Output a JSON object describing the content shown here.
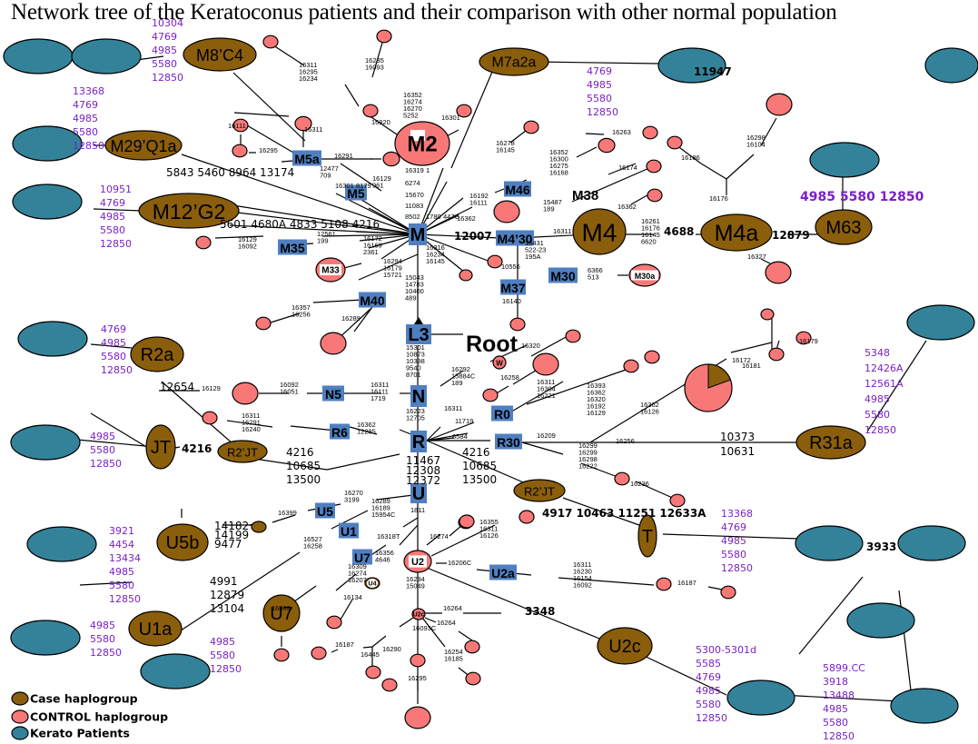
{
  "title": "Network tree of the Keratoconus patients and their comparison with other normal population",
  "colors": {
    "case": "#8b5e0c",
    "control": "#f87878",
    "kerato": "#34829a",
    "haplogroup_box": "#4f7fc0",
    "mutation_purple": "#7a1fc8"
  },
  "legend": [
    {
      "type": "case",
      "label": "Case haplogroup"
    },
    {
      "type": "control",
      "label": "CONTROL haplogroup"
    },
    {
      "type": "kerato",
      "label": "Kerato Patients"
    }
  ],
  "case_nodes": [
    {
      "id": "M8C4",
      "label": "M8’C4"
    },
    {
      "id": "M29Q1a",
      "label": "M29’Q1a"
    },
    {
      "id": "M12G2",
      "label": "M12’G2"
    },
    {
      "id": "M7a2a",
      "label": "M7a2a"
    },
    {
      "id": "M4",
      "label": "M4"
    },
    {
      "id": "M4a",
      "label": "M4a"
    },
    {
      "id": "M63",
      "label": "M63"
    },
    {
      "id": "R2a",
      "label": "R2a"
    },
    {
      "id": "JT",
      "label": "JT"
    },
    {
      "id": "R2JT_left",
      "label": "R2’JT"
    },
    {
      "id": "R2JT_right",
      "label": "R2’JT"
    },
    {
      "id": "R31a",
      "label": "R31a"
    },
    {
      "id": "T",
      "label": "T"
    },
    {
      "id": "U5b",
      "label": "U5b"
    },
    {
      "id": "U1a",
      "label": "U1a"
    },
    {
      "id": "U7_case",
      "label": "U7"
    },
    {
      "id": "U2c_case",
      "label": "U2c"
    }
  ],
  "control_labeled_nodes": [
    {
      "id": "M2",
      "label": "M2"
    },
    {
      "id": "M33",
      "label": "M33"
    },
    {
      "id": "M30a",
      "label": "M30a"
    },
    {
      "id": "W",
      "label": "W"
    },
    {
      "id": "U2",
      "label": "U2"
    },
    {
      "id": "U4",
      "label": "U4"
    },
    {
      "id": "U2c_ctrl",
      "label": "U2c"
    }
  ],
  "haplogroup_boxes": [
    {
      "id": "M",
      "label": "M"
    },
    {
      "id": "M5a",
      "label": "M5a"
    },
    {
      "id": "M5",
      "label": "M5"
    },
    {
      "id": "M35",
      "label": "M35"
    },
    {
      "id": "M40",
      "label": "M40"
    },
    {
      "id": "M46",
      "label": "M46"
    },
    {
      "id": "M430",
      "label": "M4’30"
    },
    {
      "id": "M37",
      "label": "M37"
    },
    {
      "id": "M30",
      "label": "M30"
    },
    {
      "id": "L3",
      "label": "L3"
    },
    {
      "id": "N",
      "label": "N"
    },
    {
      "id": "N5",
      "label": "N5"
    },
    {
      "id": "R",
      "label": "R"
    },
    {
      "id": "R6",
      "label": "R6"
    },
    {
      "id": "R0",
      "label": "R0"
    },
    {
      "id": "R30",
      "label": "R30"
    },
    {
      "id": "U",
      "label": "U"
    },
    {
      "id": "U5",
      "label": "U5"
    },
    {
      "id": "U1",
      "label": "U1"
    },
    {
      "id": "U7_box",
      "label": "U7"
    },
    {
      "id": "U2a",
      "label": "U2a"
    }
  ],
  "big_labels": {
    "root": "Root",
    "m38": "M38"
  },
  "kerato_mutations": [
    {
      "id": "M8C4",
      "lines": [
        "10304",
        "4769",
        "4985",
        "5580",
        "12850"
      ]
    },
    {
      "id": "M29Q1a",
      "lines": [
        "13368",
        "4769",
        "4985",
        "5580",
        "12850"
      ]
    },
    {
      "id": "M12G2",
      "lines": [
        "10951",
        "4769",
        "4985",
        "5580",
        "12850"
      ]
    },
    {
      "id": "M7a2a",
      "lines": [
        "4769",
        "4985",
        "5580",
        "12850"
      ]
    },
    {
      "id": "M63",
      "lines": [
        "4985 5580 12850"
      ]
    },
    {
      "id": "R2a",
      "lines": [
        "4769",
        "4985",
        "5580",
        "12850"
      ]
    },
    {
      "id": "JT",
      "lines": [
        "4985",
        "5580",
        "12850"
      ]
    },
    {
      "id": "R31a",
      "lines": [
        "5348",
        "12426A",
        "12561A",
        "4985",
        "5580",
        "12850"
      ]
    },
    {
      "id": "T",
      "lines": [
        "13368",
        "4769",
        "4985",
        "5580",
        "12850"
      ]
    },
    {
      "id": "U5b",
      "lines": [
        "3921",
        "4454",
        "13434",
        "4985",
        "5580",
        "12850"
      ]
    },
    {
      "id": "U1a",
      "lines": [
        "4985",
        "5580",
        "12850"
      ]
    },
    {
      "id": "U7",
      "lines": [
        "4985",
        "5580",
        "12850"
      ]
    },
    {
      "id": "U2c",
      "lines": [
        "5300-5301d",
        "5585",
        "4769",
        "4985",
        "5580",
        "12850"
      ]
    },
    {
      "id": "U2c_pair",
      "lines": [
        "5899.CC",
        "3918",
        "13488",
        "4985",
        "5580",
        "12850"
      ]
    }
  ],
  "branch_mutations": {
    "m29_to_m": "5843 5460 8964  13174",
    "m12_to_m": "5601 4680A 4833 5108 4216",
    "m7a2a_kerato": "11947",
    "m_to_m430": "12007",
    "m4_to_m4a": "4688",
    "m4a_to_m63": "12879",
    "r2a": "12654",
    "jt": "4216",
    "r2jt_left": [
      "4216",
      "10685",
      "13500"
    ],
    "r2jt_right": [
      "4216",
      "10685",
      "13500"
    ],
    "r30_to_r31a": [
      "10373",
      "10631"
    ],
    "r_to_u": [
      "11467",
      "12308",
      "12372"
    ],
    "t": "4917 10463 11251 12633A",
    "t_kerato": "3933",
    "u5b": [
      "14182",
      "14199",
      "9477"
    ],
    "u1a": [
      "4991",
      "12879",
      "13104"
    ],
    "u2c": "3348"
  },
  "small_mutations": [
    {
      "text": [
        "16311",
        "16295",
        "16234"
      ]
    },
    {
      "text": [
        "16235",
        "16093"
      ]
    },
    {
      "text": [
        "16352",
        "16274",
        "16270",
        "5252"
      ]
    },
    {
      "text": [
        "16301"
      ]
    },
    {
      "text": [
        "16920"
      ]
    },
    {
      "text": [
        "16111"
      ]
    },
    {
      "text": [
        "16311"
      ]
    },
    {
      "text": [
        "16295"
      ]
    },
    {
      "text": [
        "16291"
      ]
    },
    {
      "text": [
        "12477",
        "709"
      ]
    },
    {
      "text": [
        "16129",
        "961"
      ]
    },
    {
      "text": [
        "16301 8179"
      ]
    },
    {
      "text": [
        "16319 1"
      ]
    },
    {
      "text": [
        "6274"
      ]
    },
    {
      "text": [
        "15670"
      ]
    },
    {
      "text": [
        "11083"
      ]
    },
    {
      "text": [
        "8502"
      ]
    },
    {
      "text": [
        "1780"
      ]
    },
    {
      "text": [
        "447G"
      ]
    },
    {
      "text": [
        "16362"
      ]
    },
    {
      "text": [
        "16192",
        "16111"
      ]
    },
    {
      "text": [
        "16278",
        "16145"
      ]
    },
    {
      "text": [
        "16352",
        "16300",
        "16275",
        "16168"
      ]
    },
    {
      "text": [
        "16263"
      ]
    },
    {
      "text": [
        "16174"
      ]
    },
    {
      "text": [
        "16186"
      ]
    },
    {
      "text": [
        "16298",
        "16104"
      ]
    },
    {
      "text": [
        "16176"
      ]
    },
    {
      "text": [
        "15487",
        "189"
      ]
    },
    {
      "text": [
        "16311"
      ]
    },
    {
      "text": [
        "16362"
      ]
    },
    {
      "text": [
        "16261",
        "16176",
        "16145",
        "6620"
      ]
    },
    {
      "text": [
        "16327"
      ]
    },
    {
      "text": [
        "16129",
        "16092"
      ]
    },
    {
      "text": [
        "12561",
        "199"
      ]
    },
    {
      "text": [
        "16172",
        "16169",
        "2361"
      ]
    },
    {
      "text": [
        "16294",
        "16179",
        "15721"
      ]
    },
    {
      "text": [
        "16316",
        "16234",
        "16145"
      ]
    },
    {
      "text": [
        "15431",
        "522-23",
        "195A"
      ]
    },
    {
      "text": [
        "10556"
      ]
    },
    {
      "text": [
        "16140"
      ]
    },
    {
      "text": [
        "6366",
        "513"
      ]
    },
    {
      "text": [
        "15043",
        "14783",
        "10400",
        "489"
      ]
    },
    {
      "text": [
        "16357",
        "16256"
      ]
    },
    {
      "text": [
        "16289"
      ]
    },
    {
      "text": [
        "15301",
        "10873",
        "10398",
        "9540",
        "8701"
      ]
    },
    {
      "text": [
        "16320"
      ]
    },
    {
      "text": [
        "16292",
        "15884C",
        "189"
      ]
    },
    {
      "text": [
        "16258"
      ]
    },
    {
      "text": [
        "16311",
        "16304",
        "16221"
      ]
    },
    {
      "text": [
        "16393",
        "16362",
        "16320",
        "16192",
        "16129"
      ]
    },
    {
      "text": [
        "16362",
        "16126"
      ]
    },
    {
      "text": [
        "16172"
      ]
    },
    {
      "text": [
        "16179"
      ]
    },
    {
      "text": [
        "16181"
      ]
    },
    {
      "text": [
        "16129"
      ]
    },
    {
      "text": [
        "16092",
        "16051"
      ]
    },
    {
      "text": [
        "16311",
        "16111",
        "1719"
      ]
    },
    {
      "text": [
        "16223",
        "12705"
      ]
    },
    {
      "text": [
        "16311",
        "16291",
        "16240"
      ]
    },
    {
      "text": [
        "16362",
        "12285"
      ]
    },
    {
      "text": [
        "16311"
      ]
    },
    {
      "text": [
        "11719"
      ]
    },
    {
      "text": [
        "8584"
      ]
    },
    {
      "text": [
        "16209"
      ]
    },
    {
      "text": [
        "16299",
        "16299",
        "16298",
        "16222"
      ]
    },
    {
      "text": [
        "16256"
      ]
    },
    {
      "text": [
        "16236"
      ]
    },
    {
      "text": [
        "16270",
        "3199"
      ]
    },
    {
      "text": [
        "16289",
        "16189",
        "15954C"
      ]
    },
    {
      "text": [
        "1811"
      ]
    },
    {
      "text": [
        "16399"
      ]
    },
    {
      "text": [
        "16527",
        "16258"
      ]
    },
    {
      "text": [
        "16318T"
      ]
    },
    {
      "text": [
        "16356",
        "4646"
      ]
    },
    {
      "text": [
        "16309",
        "16274",
        "16207"
      ]
    },
    {
      "text": [
        "16134"
      ]
    },
    {
      "text": [
        "16069"
      ]
    },
    {
      "text": [
        "16274"
      ]
    },
    {
      "text": [
        "16355",
        "16311",
        "16126"
      ]
    },
    {
      "text": [
        "16206C"
      ]
    },
    {
      "text": [
        "16234",
        "15049"
      ]
    },
    {
      "text": [
        "16311",
        "16230",
        "16154",
        "16092"
      ]
    },
    {
      "text": [
        "16187"
      ]
    },
    {
      "text": [
        "16264"
      ]
    },
    {
      "text": [
        "16264"
      ]
    },
    {
      "text": [
        "16290"
      ]
    },
    {
      "text": [
        "16093C"
      ]
    },
    {
      "text": [
        "16187"
      ]
    },
    {
      "text": [
        "16445"
      ]
    },
    {
      "text": [
        "16254",
        "16185"
      ]
    },
    {
      "text": [
        "16295"
      ]
    }
  ]
}
